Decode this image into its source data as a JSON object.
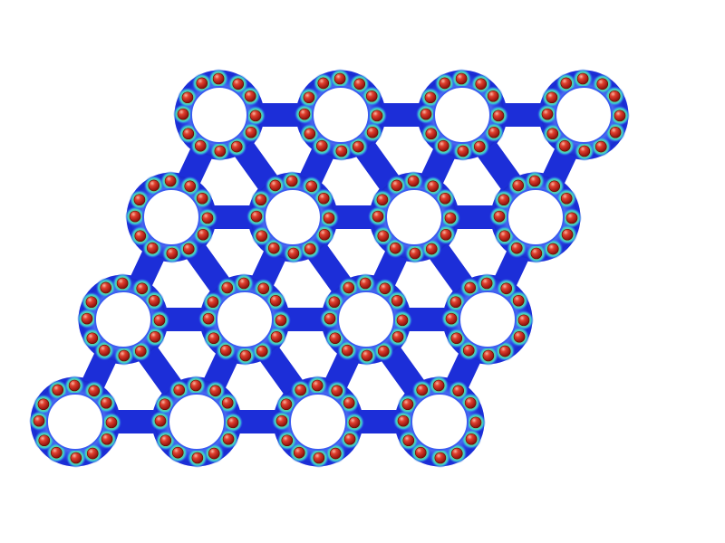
{
  "image": {
    "subject": "isosurface-lattice",
    "background": "#ffffff",
    "grid": {
      "rows": 4,
      "cols": 4,
      "arrangement": "sheared-hexagonal"
    },
    "palette": {
      "surface_outer": "#1c2ed8",
      "surface_mid": "#3b5cf0",
      "surface_light": "#6f8cf7",
      "contour_cyan": "#38c6d6",
      "contour_green": "#7fd86a",
      "atom_red": "#c8201c",
      "atom_highlight": "#f3a08a",
      "hole": "#ffffff"
    },
    "atoms_per_ring": 12
  }
}
